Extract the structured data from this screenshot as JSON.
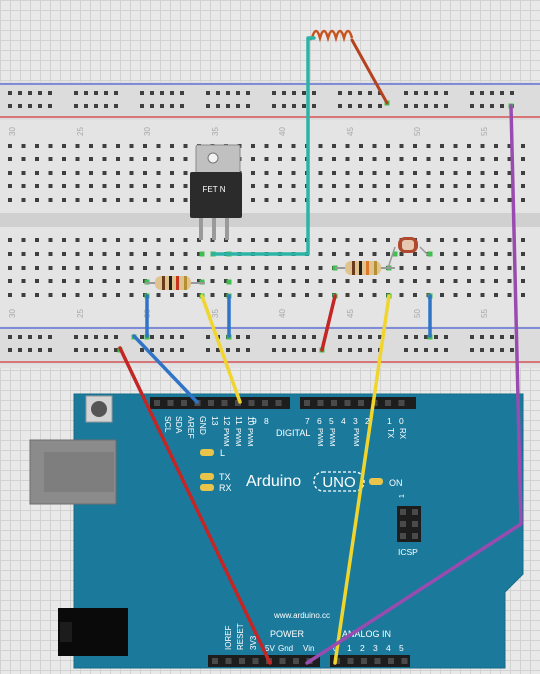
{
  "breadboard": {
    "column_numbers": [
      "30",
      "25",
      "30",
      "35",
      "40",
      "45",
      "50",
      "55"
    ]
  },
  "components": {
    "fet_label": "FET N"
  },
  "arduino": {
    "brand": "Arduino",
    "model": "UNO",
    "website": "www.arduino.cc",
    "header_top_labels": [
      "SCL",
      "SDA",
      "AREF",
      "GND"
    ],
    "digital_numbers": [
      "13",
      "12",
      "11",
      "10",
      "9",
      "8",
      "7",
      "6",
      "5",
      "4",
      "3",
      "2",
      "1",
      "0"
    ],
    "digital_label": "DIGITAL",
    "pwm_label": "PWM",
    "tx_label": "TX",
    "rx_label": "RX",
    "led_l": "L",
    "led_tx": "TX",
    "led_rx": "RX",
    "on_label": "ON",
    "icsp_label": "ICSP",
    "icsp_pin1": "1",
    "power_label": "POWER",
    "power_pins": [
      "IOREF",
      "RESET",
      "3V3",
      "5V",
      "Gnd",
      "Gnd",
      "Vin"
    ],
    "analog_label": "ANALOG IN",
    "analog_pins": [
      "0",
      "1",
      "2",
      "3",
      "4",
      "5"
    ]
  }
}
